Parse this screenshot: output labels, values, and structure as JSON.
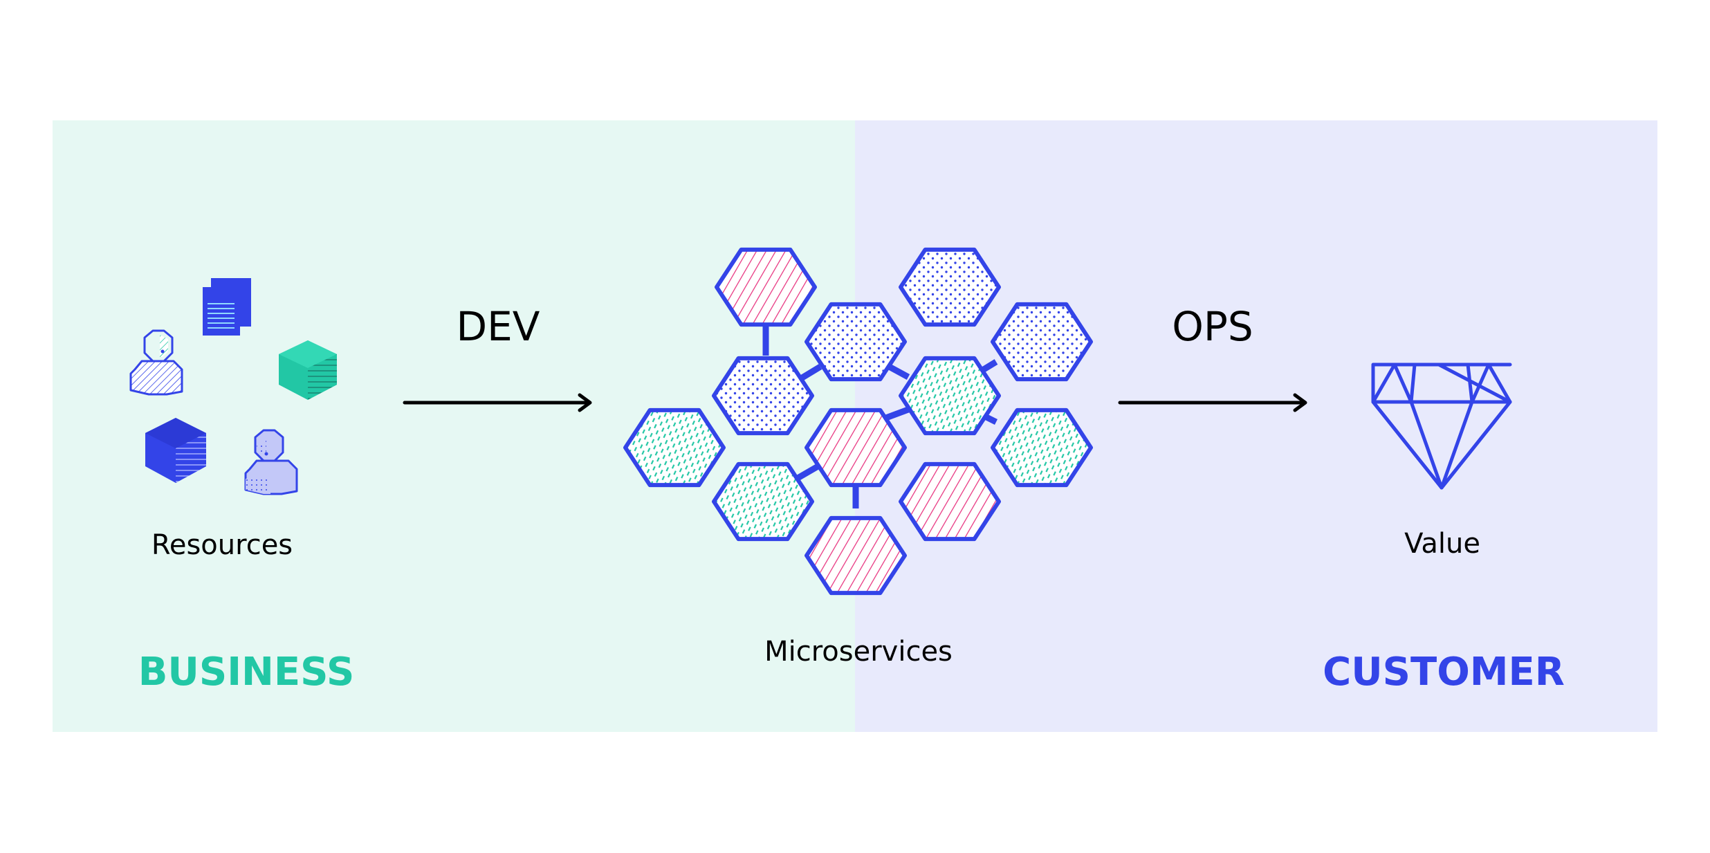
{
  "labels": {
    "dev": "DEV",
    "ops": "OPS",
    "resources": "Resources",
    "microservices": "Microservices",
    "value": "Value",
    "business": "BUSINESS",
    "customer": "CUSTOMER"
  },
  "colors": {
    "business_bg": "#e6f8f3",
    "customer_bg": "#e8eafc",
    "blue": "#3344e8",
    "teal": "#22c7a5",
    "pink": "#e8327e",
    "light_blue": "#c3c8f8",
    "text": "#000000"
  },
  "icons": {
    "resources": [
      "document-icon",
      "person-icon",
      "cube-icon",
      "cube-icon",
      "person-icon"
    ],
    "value": "diamond-icon"
  },
  "microservices": [
    {
      "pattern": "stripe",
      "color": "pink"
    },
    {
      "pattern": "dots",
      "color": "blue"
    },
    {
      "pattern": "dots",
      "color": "blue"
    },
    {
      "pattern": "dots",
      "color": "blue"
    },
    {
      "pattern": "dots",
      "color": "blue"
    },
    {
      "pattern": "dash",
      "color": "teal"
    },
    {
      "pattern": "dash",
      "color": "teal"
    },
    {
      "pattern": "stripe",
      "color": "pink"
    },
    {
      "pattern": "dash",
      "color": "teal"
    },
    {
      "pattern": "dash",
      "color": "teal"
    },
    {
      "pattern": "stripe",
      "color": "pink"
    },
    {
      "pattern": "stripe",
      "color": "pink"
    }
  ]
}
